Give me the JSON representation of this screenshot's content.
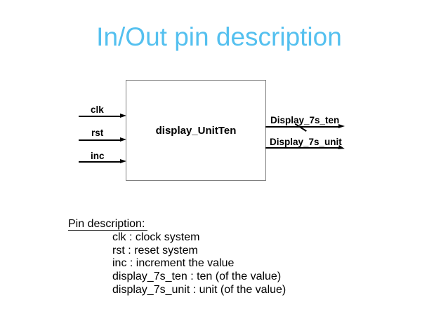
{
  "title": "In/Out pin description",
  "colors": {
    "title": "#54C0EF",
    "box_border": "#7f7f7f",
    "wire": "#000000",
    "text": "#000000"
  },
  "diagram": {
    "block_label": "display_UnitTen",
    "inputs": [
      {
        "label": "clk"
      },
      {
        "label": "rst"
      },
      {
        "label": "inc"
      }
    ],
    "outputs": [
      {
        "label": "Display_7s_ten",
        "bus_slash": true
      },
      {
        "label": "Display_7s_unit",
        "bus_slash": false
      }
    ]
  },
  "pin_description": {
    "heading": "Pin description: ",
    "items": [
      "clk : clock system",
      "rst : reset system",
      "inc : increment the value",
      "display_7s_ten : ten (of the value)",
      "display_7s_unit : unit (of the value)"
    ]
  }
}
